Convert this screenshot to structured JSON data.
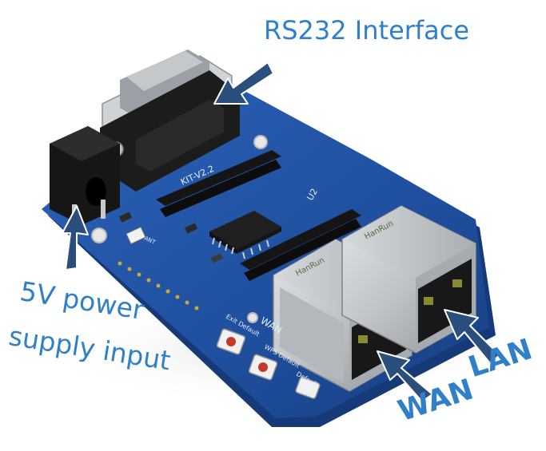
{
  "labels": {
    "rs232": "RS232 Interface",
    "power_line1": "5V power",
    "power_line2": "supply input",
    "wan": "WAN",
    "lan": "LAN"
  },
  "silkscreen": {
    "version": "KIT-V2.2",
    "u2": "U2",
    "wan_port": "WAN",
    "ant": "ANT",
    "exit_default": "Exit Default",
    "wps_default": "WPS Default",
    "default": "Default",
    "jack_brand_1": "HanRun",
    "jack_brand_2": "HanRun"
  },
  "colors": {
    "caption_blue": "#2f80c8",
    "pcb_blue": "#1f4f9e",
    "pcb_edge": "#163a78",
    "jack_metal": "#bfc3c6",
    "connector_black": "#1a1a1a",
    "arrow_fill": "#2b4f7c"
  },
  "icons": {
    "pointer_arrows": "arrow-icon"
  }
}
